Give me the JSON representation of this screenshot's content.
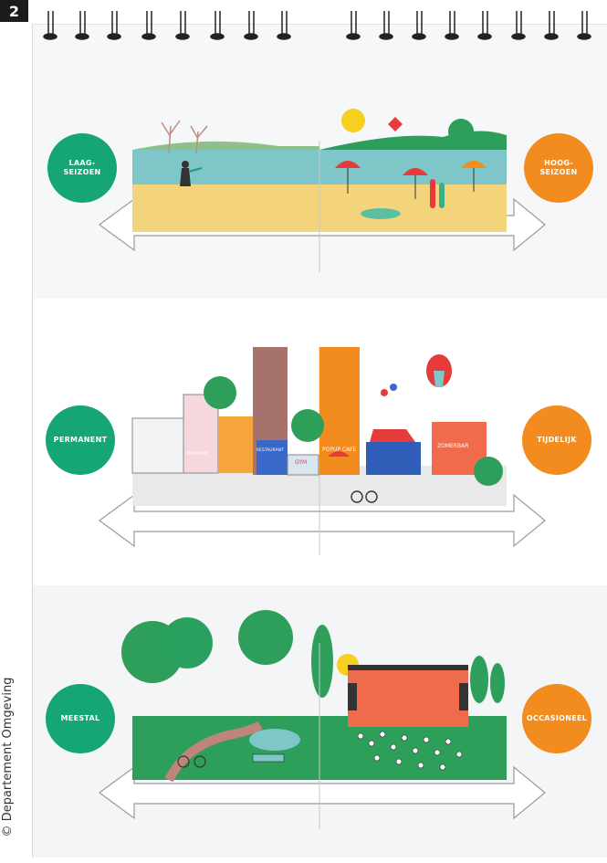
{
  "page_number": "2",
  "credit": "© Departement Omgeving",
  "rows": [
    {
      "left_label": "LAAG-\nSEIZOEN",
      "right_label": "HOOG-\nSEIZOEN"
    },
    {
      "left_label": "PERMANENT",
      "right_label": "TIJDELIJK"
    },
    {
      "left_label": "MEESTAL",
      "right_label": "OCCASIONEEL"
    }
  ],
  "signs": {
    "bakery": "BAKKERIJ",
    "restaurant": "RESTAURANT",
    "gym": "GYM",
    "popup_cafe": "POPUP CAFE",
    "zomerbar": "ZOMERBAR"
  },
  "colors": {
    "green": "#16a673",
    "orange": "#f28c1e",
    "sand": "#f4d47a",
    "sea": "#7fc6c9",
    "grass": "#2e9e5b"
  }
}
